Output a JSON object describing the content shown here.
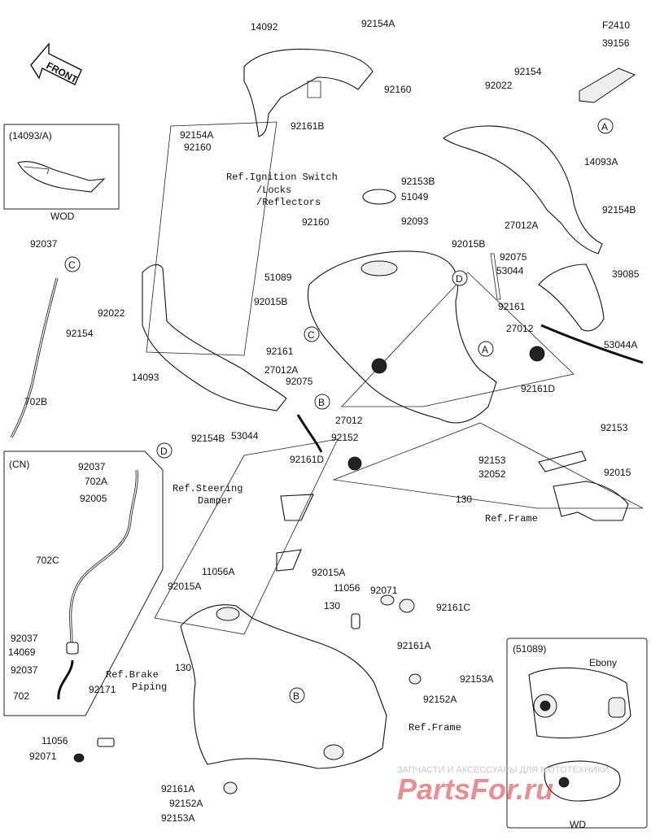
{
  "figure_code": "F2410",
  "front_label": "FRONT",
  "insets": {
    "wod": {
      "header": "(14093/A)",
      "footer": "WOD"
    },
    "cn": {
      "header": "(CN)"
    },
    "wd": {
      "header": "(51089)",
      "ebony": "Ebony",
      "footer": "WD"
    }
  },
  "callouts": [
    "A",
    "A",
    "B",
    "B",
    "C",
    "C",
    "D",
    "D"
  ],
  "refs": {
    "ignition_line1": "Ref.Ignition Switch",
    "ignition_line2": "/Locks",
    "ignition_line3": "/Reflectors",
    "steering_line1": "Ref.Steering",
    "steering_line2": "Damper",
    "frame_upper": "Ref.Frame",
    "frame_lower": "Ref.Frame",
    "brake_line1": "Ref.Brake",
    "brake_line2": "Piping"
  },
  "part_labels": [
    "14092",
    "92154A",
    "92160",
    "92161B",
    "92154A",
    "92160",
    "39156",
    "92154",
    "92022",
    "14093A",
    "92153B",
    "51049",
    "92160",
    "92093",
    "92154B",
    "27012A",
    "92015B",
    "92075",
    "53044",
    "39085",
    "51089",
    "92161",
    "27012",
    "53044A",
    "92015B",
    "92161",
    "92154",
    "92022",
    "27012A",
    "92075",
    "14093",
    "92161D",
    "92037",
    "702B",
    "27012",
    "92154B",
    "53044",
    "92152",
    "92161D",
    "92153",
    "92037",
    "702A",
    "92005",
    "702C",
    "92153",
    "32052",
    "92015",
    "130",
    "92015A",
    "11056A",
    "92015A",
    "92071",
    "11056",
    "130",
    "92161C",
    "92037",
    "14069",
    "92037",
    "702",
    "92161A",
    "92153A",
    "92152A",
    "130",
    "92171",
    "11056",
    "92071",
    "92161A",
    "92152A",
    "92153A"
  ],
  "watermark": {
    "top_line": "ЗАПЧАСТИ И АКСЕССУАРЫ ДЛЯ МОТОТЕХНИКИ",
    "logo": "PartsFor.ru"
  }
}
